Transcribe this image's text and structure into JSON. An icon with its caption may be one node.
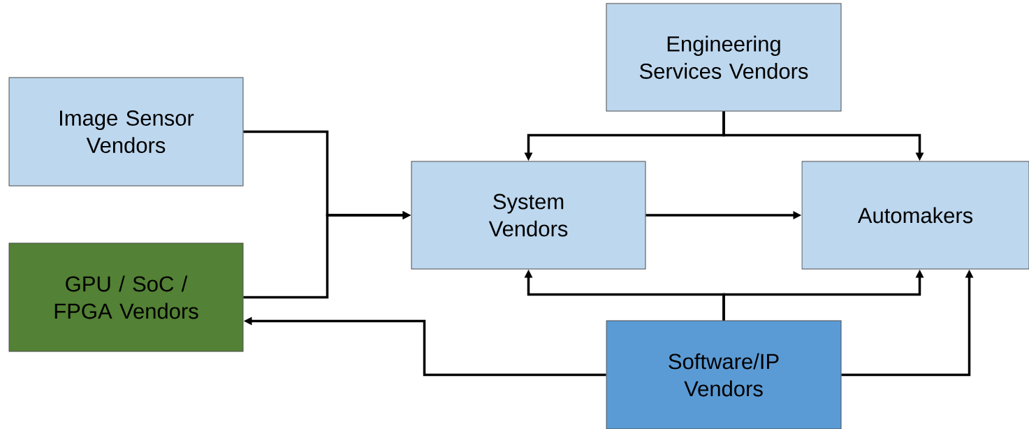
{
  "diagram": {
    "nodes": [
      {
        "text": [
          "Engineering Services Vendors"
        ]
      },
      {
        "text": [
          "Image Sensor Vendors"
        ]
      },
      {
        "text": [
          "System Vendors"
        ]
      },
      {
        "text": [
          "Automakers"
        ]
      },
      {
        "text": [
          "GPU / SoC / FPGA Vendors"
        ]
      },
      {
        "text": [
          "Software/IP Vendors"
        ]
      }
    ],
    "edges": [
      {
        "from": 0,
        "to": 2,
        "arrow": "to"
      },
      {
        "from": 0,
        "to": 3,
        "arrow": "to"
      },
      {
        "from": 1,
        "to": 2,
        "arrow": "to"
      },
      {
        "from": 4,
        "to": 2,
        "arrow": "to"
      },
      {
        "from": 2,
        "to": 3,
        "arrow": "to"
      },
      {
        "from": 5,
        "to": 2,
        "arrow": "to"
      },
      {
        "from": 5,
        "to": 3,
        "arrow": "to"
      },
      {
        "from": 5,
        "to": 4,
        "arrow": "to"
      },
      {
        "from": 5,
        "to": 3,
        "arrow": "to"
      }
    ]
  }
}
